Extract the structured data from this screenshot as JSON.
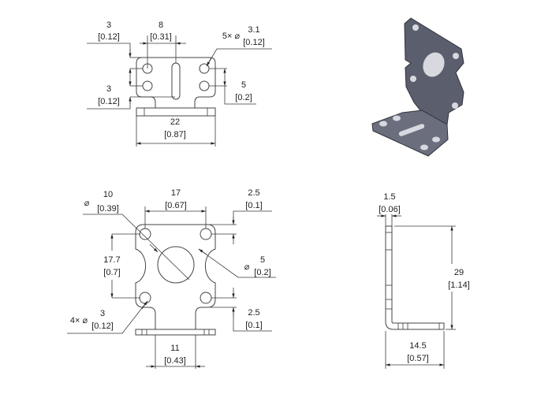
{
  "colors": {
    "line": "#3a3a3a",
    "render_fill": "#5b5e6c",
    "render_edge": "#2f313a",
    "render_hole": "#d8d9e0"
  },
  "top_view": {
    "hole_spacing_v": {
      "value": "3",
      "inch": "[0.12]"
    },
    "slot_offset": {
      "value": "8",
      "inch": "[0.31]"
    },
    "hole_callout": {
      "prefix": "5× ⌀",
      "value": "3.1",
      "inch": "[0.12]"
    },
    "bottom_offset": {
      "value": "3",
      "inch": "[0.12]"
    },
    "row_spacing": {
      "value": "5",
      "inch": "[0.2]"
    },
    "width": {
      "value": "22",
      "inch": "[0.87]"
    }
  },
  "front_view": {
    "center_hole": {
      "symbol": "⌀",
      "value": "10",
      "inch": "[0.39]"
    },
    "hole_spacing_h": {
      "value": "17",
      "inch": "[0.67]"
    },
    "top_edge": {
      "value": "2.5",
      "inch": "[0.1]"
    },
    "hole_spacing_v": {
      "value": "17.7",
      "inch": "[0.7]"
    },
    "side_cutout": {
      "symbol": "⌀",
      "value": "5",
      "inch": "[0.2]"
    },
    "hole_callout": {
      "prefix": "4× ⌀",
      "value": "3",
      "inch": "[0.12]"
    },
    "bottom_edge": {
      "value": "2.5",
      "inch": "[0.1]"
    },
    "tab_width": {
      "value": "11",
      "inch": "[0.43]"
    }
  },
  "side_view": {
    "thickness": {
      "value": "1.5",
      "inch": "[0.06]"
    },
    "height": {
      "value": "29",
      "inch": "[1.14]"
    },
    "foot_length": {
      "value": "14.5",
      "inch": "[0.57]"
    }
  }
}
